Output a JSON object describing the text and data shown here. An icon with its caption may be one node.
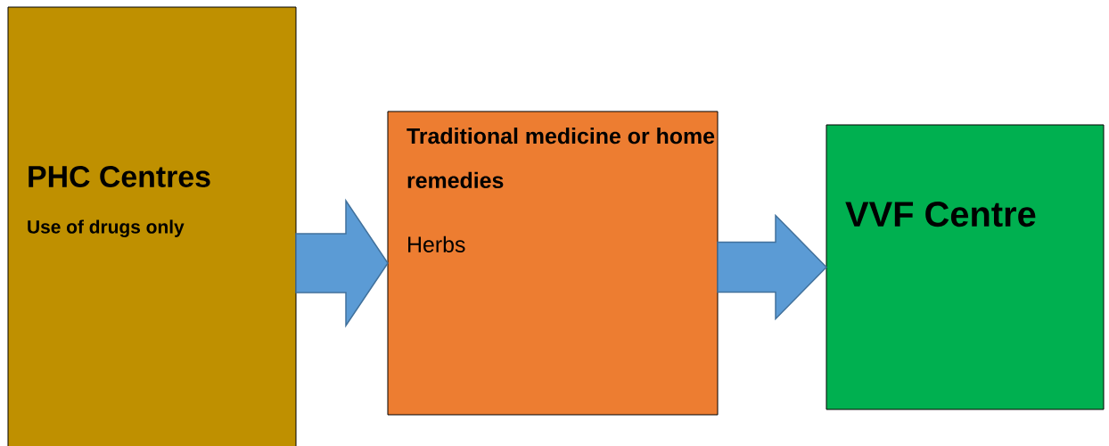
{
  "diagram": {
    "nodes": [
      {
        "text": [
          "PHC Centres",
          "Use of drugs only"
        ]
      },
      {
        "text": [
          "Traditional medicine or home remedies",
          "Herbs"
        ]
      },
      {
        "text": [
          "VVF Centre"
        ]
      }
    ],
    "edges": [
      {
        "from": 0,
        "to": 1,
        "arrow": "to"
      },
      {
        "from": 1,
        "to": 2,
        "arrow": "to"
      }
    ]
  }
}
